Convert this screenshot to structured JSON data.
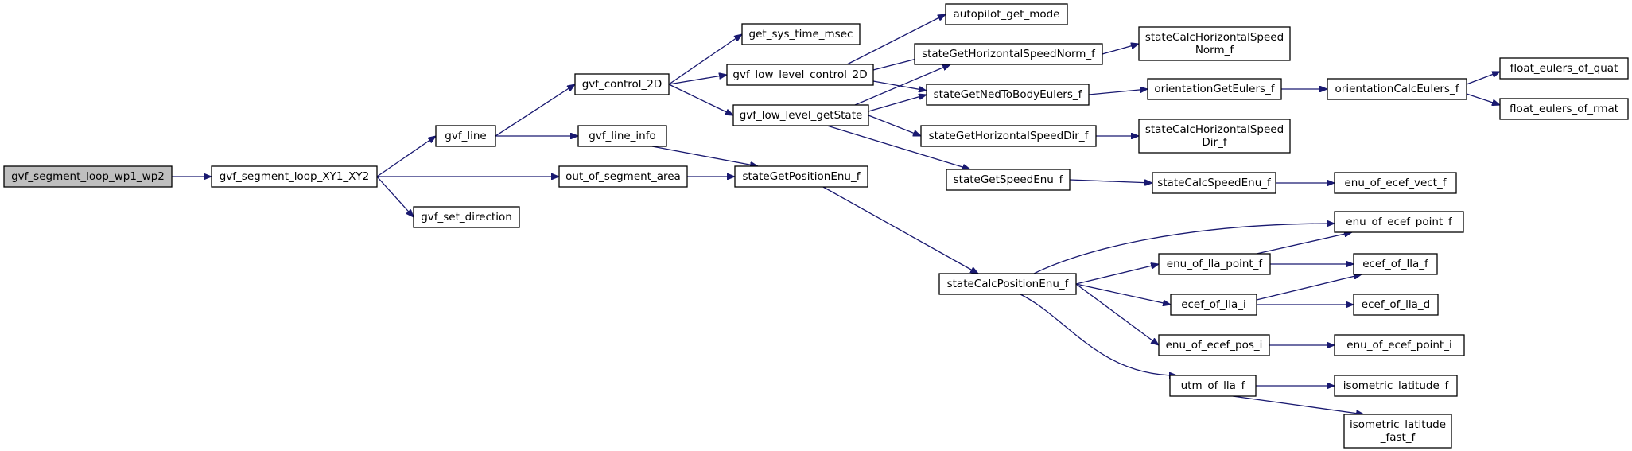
{
  "graph": {
    "root": "gvf_segment_loop_wp1_wp2",
    "colors": {
      "edge": "#191970",
      "root_fill": "#bfbfbf",
      "node_fill": "#ffffff",
      "node_border": "#000000"
    },
    "nodes": [
      {
        "id": "gvf_segment_loop_wp1_wp2",
        "lines": [
          "gvf_segment_loop_wp1_wp2"
        ]
      },
      {
        "id": "gvf_segment_loop_XY1_XY2",
        "lines": [
          "gvf_segment_loop_XY1_XY2"
        ]
      },
      {
        "id": "gvf_line",
        "lines": [
          "gvf_line"
        ]
      },
      {
        "id": "out_of_segment_area",
        "lines": [
          "out_of_segment_area"
        ]
      },
      {
        "id": "gvf_set_direction",
        "lines": [
          "gvf_set_direction"
        ]
      },
      {
        "id": "gvf_control_2D",
        "lines": [
          "gvf_control_2D"
        ]
      },
      {
        "id": "gvf_line_info",
        "lines": [
          "gvf_line_info"
        ]
      },
      {
        "id": "get_sys_time_msec",
        "lines": [
          "get_sys_time_msec"
        ]
      },
      {
        "id": "gvf_low_level_control_2D",
        "lines": [
          "gvf_low_level_control_2D"
        ]
      },
      {
        "id": "gvf_low_level_getState",
        "lines": [
          "gvf_low_level_getState"
        ]
      },
      {
        "id": "stateGetPositionEnu_f",
        "lines": [
          "stateGetPositionEnu_f"
        ]
      },
      {
        "id": "autopilot_get_mode",
        "lines": [
          "autopilot_get_mode"
        ]
      },
      {
        "id": "stateGetHorizontalSpeedNorm_f",
        "lines": [
          "stateGetHorizontalSpeedNorm_f"
        ]
      },
      {
        "id": "stateGetNedToBodyEulers_f",
        "lines": [
          "stateGetNedToBodyEulers_f"
        ]
      },
      {
        "id": "stateGetHorizontalSpeedDir_f",
        "lines": [
          "stateGetHorizontalSpeedDir_f"
        ]
      },
      {
        "id": "stateGetSpeedEnu_f",
        "lines": [
          "stateGetSpeedEnu_f"
        ]
      },
      {
        "id": "stateCalcPositionEnu_f",
        "lines": [
          "stateCalcPositionEnu_f"
        ]
      },
      {
        "id": "stateCalcHorizontalSpeedNorm_f",
        "lines": [
          "stateCalcHorizontalSpeed",
          "Norm_f"
        ]
      },
      {
        "id": "orientationGetEulers_f",
        "lines": [
          "orientationGetEulers_f"
        ]
      },
      {
        "id": "stateCalcHorizontalSpeedDir_f",
        "lines": [
          "stateCalcHorizontalSpeed",
          "Dir_f"
        ]
      },
      {
        "id": "stateCalcSpeedEnu_f",
        "lines": [
          "stateCalcSpeedEnu_f"
        ]
      },
      {
        "id": "enu_of_lla_point_f",
        "lines": [
          "enu_of_lla_point_f"
        ]
      },
      {
        "id": "ecef_of_lla_i",
        "lines": [
          "ecef_of_lla_i"
        ]
      },
      {
        "id": "enu_of_ecef_pos_i",
        "lines": [
          "enu_of_ecef_pos_i"
        ]
      },
      {
        "id": "utm_of_lla_f",
        "lines": [
          "utm_of_lla_f"
        ]
      },
      {
        "id": "orientationCalcEulers_f",
        "lines": [
          "orientationCalcEulers_f"
        ]
      },
      {
        "id": "enu_of_ecef_vect_f",
        "lines": [
          "enu_of_ecef_vect_f"
        ]
      },
      {
        "id": "enu_of_ecef_point_f",
        "lines": [
          "enu_of_ecef_point_f"
        ]
      },
      {
        "id": "ecef_of_lla_f",
        "lines": [
          "ecef_of_lla_f"
        ]
      },
      {
        "id": "ecef_of_lla_d",
        "lines": [
          "ecef_of_lla_d"
        ]
      },
      {
        "id": "enu_of_ecef_point_i",
        "lines": [
          "enu_of_ecef_point_i"
        ]
      },
      {
        "id": "isometric_latitude_f",
        "lines": [
          "isometric_latitude_f"
        ]
      },
      {
        "id": "isometric_latitude_fast_f",
        "lines": [
          "isometric_latitude",
          "_fast_f"
        ]
      },
      {
        "id": "float_eulers_of_quat",
        "lines": [
          "float_eulers_of_quat"
        ]
      },
      {
        "id": "float_eulers_of_rmat",
        "lines": [
          "float_eulers_of_rmat"
        ]
      }
    ],
    "edges": [
      [
        "gvf_segment_loop_wp1_wp2",
        "gvf_segment_loop_XY1_XY2"
      ],
      [
        "gvf_segment_loop_XY1_XY2",
        "gvf_line"
      ],
      [
        "gvf_segment_loop_XY1_XY2",
        "out_of_segment_area"
      ],
      [
        "gvf_segment_loop_XY1_XY2",
        "gvf_set_direction"
      ],
      [
        "gvf_line",
        "gvf_control_2D"
      ],
      [
        "gvf_line",
        "gvf_line_info"
      ],
      [
        "gvf_control_2D",
        "get_sys_time_msec"
      ],
      [
        "gvf_control_2D",
        "gvf_low_level_control_2D"
      ],
      [
        "gvf_control_2D",
        "gvf_low_level_getState"
      ],
      [
        "gvf_line_info",
        "stateGetPositionEnu_f"
      ],
      [
        "out_of_segment_area",
        "stateGetPositionEnu_f"
      ],
      [
        "gvf_low_level_control_2D",
        "autopilot_get_mode"
      ],
      [
        "gvf_low_level_control_2D",
        "stateGetHorizontalSpeedNorm_f"
      ],
      [
        "gvf_low_level_control_2D",
        "stateGetNedToBodyEulers_f"
      ],
      [
        "gvf_low_level_getState",
        "stateGetHorizontalSpeedNorm_f"
      ],
      [
        "gvf_low_level_getState",
        "stateGetNedToBodyEulers_f"
      ],
      [
        "gvf_low_level_getState",
        "stateGetHorizontalSpeedDir_f"
      ],
      [
        "gvf_low_level_getState",
        "stateGetSpeedEnu_f"
      ],
      [
        "stateGetPositionEnu_f",
        "stateCalcPositionEnu_f"
      ],
      [
        "stateGetHorizontalSpeedNorm_f",
        "stateCalcHorizontalSpeedNorm_f"
      ],
      [
        "stateGetNedToBodyEulers_f",
        "orientationGetEulers_f"
      ],
      [
        "stateGetHorizontalSpeedDir_f",
        "stateCalcHorizontalSpeedDir_f"
      ],
      [
        "stateGetSpeedEnu_f",
        "stateCalcSpeedEnu_f"
      ],
      [
        "stateCalcPositionEnu_f",
        "enu_of_ecef_point_f"
      ],
      [
        "stateCalcPositionEnu_f",
        "enu_of_lla_point_f"
      ],
      [
        "stateCalcPositionEnu_f",
        "ecef_of_lla_i"
      ],
      [
        "stateCalcPositionEnu_f",
        "enu_of_ecef_pos_i"
      ],
      [
        "stateCalcPositionEnu_f",
        "utm_of_lla_f"
      ],
      [
        "orientationGetEulers_f",
        "orientationCalcEulers_f"
      ],
      [
        "stateCalcSpeedEnu_f",
        "enu_of_ecef_vect_f"
      ],
      [
        "enu_of_lla_point_f",
        "enu_of_ecef_point_f"
      ],
      [
        "enu_of_lla_point_f",
        "ecef_of_lla_f"
      ],
      [
        "ecef_of_lla_i",
        "ecef_of_lla_f"
      ],
      [
        "ecef_of_lla_i",
        "ecef_of_lla_d"
      ],
      [
        "enu_of_ecef_pos_i",
        "enu_of_ecef_point_i"
      ],
      [
        "utm_of_lla_f",
        "isometric_latitude_f"
      ],
      [
        "utm_of_lla_f",
        "isometric_latitude_fast_f"
      ],
      [
        "orientationCalcEulers_f",
        "float_eulers_of_quat"
      ],
      [
        "orientationCalcEulers_f",
        "float_eulers_of_rmat"
      ]
    ]
  }
}
